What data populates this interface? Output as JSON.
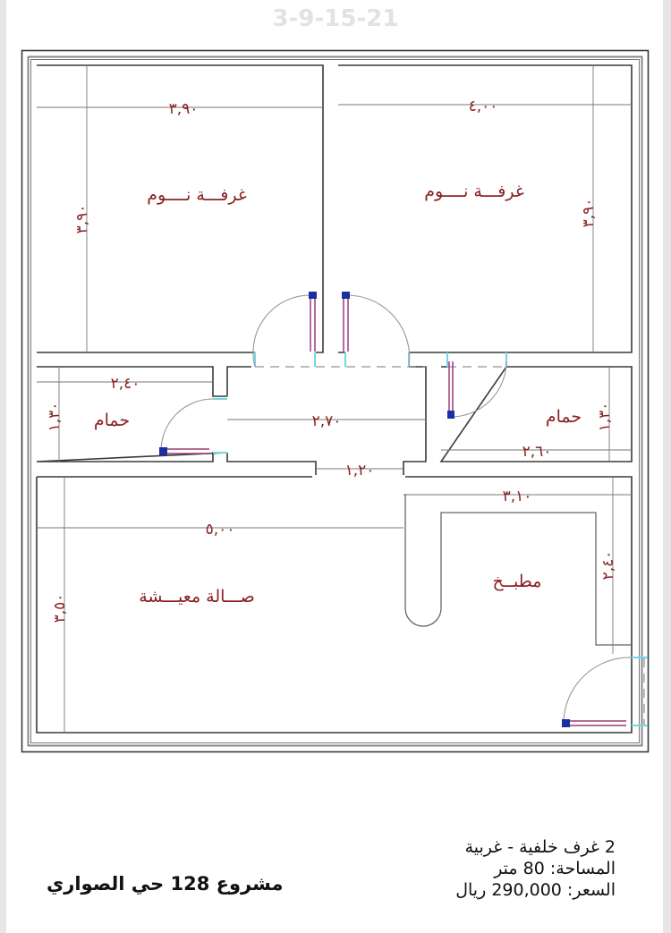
{
  "header": {
    "stamp": "3-9-15-21"
  },
  "plan": {
    "rooms": [
      {
        "id": "bedroom-1",
        "label": "غرفـــة نــــوم",
        "width_dim": "٣,٩٠",
        "height_dim": "٣,٩٠"
      },
      {
        "id": "bedroom-2",
        "label": "غرفـــة نــــوم",
        "width_dim": "٤,٠٠",
        "height_dim": "٣,٩٠"
      },
      {
        "id": "bathroom-1",
        "label": "حمام",
        "width_dim": "٢,٤٠",
        "height_dim": "١,٣٠"
      },
      {
        "id": "corridor",
        "label": "",
        "width_dim": "٢,٧٠",
        "opening_dim": "١,٢٠"
      },
      {
        "id": "bathroom-2",
        "label": "حمام",
        "width_dim": "٢,٦٠",
        "height_dim": "١,٣٠"
      },
      {
        "id": "living-room",
        "label": "صـــالة معيـــشة",
        "width_dim": "٥,٠٠",
        "height_dim": "٣,٥٠"
      },
      {
        "id": "kitchen",
        "label": "مطبــخ",
        "width_dim": "٣,١٠",
        "height_dim": "٢,٤٠"
      }
    ],
    "colors": {
      "wall": "#3a3a3a",
      "text": "#8a2020",
      "door_leaf": "#9b3b7a",
      "door_hinge": "#1a2fa0",
      "opening": "#6fd8e6"
    }
  },
  "info": {
    "line1": "2 غرف خلفية - غربية",
    "line2": "المساحة: 80 متر",
    "line3": "السعر: 290,000 ريال",
    "project": "مشروع 128 حي الصواري"
  }
}
